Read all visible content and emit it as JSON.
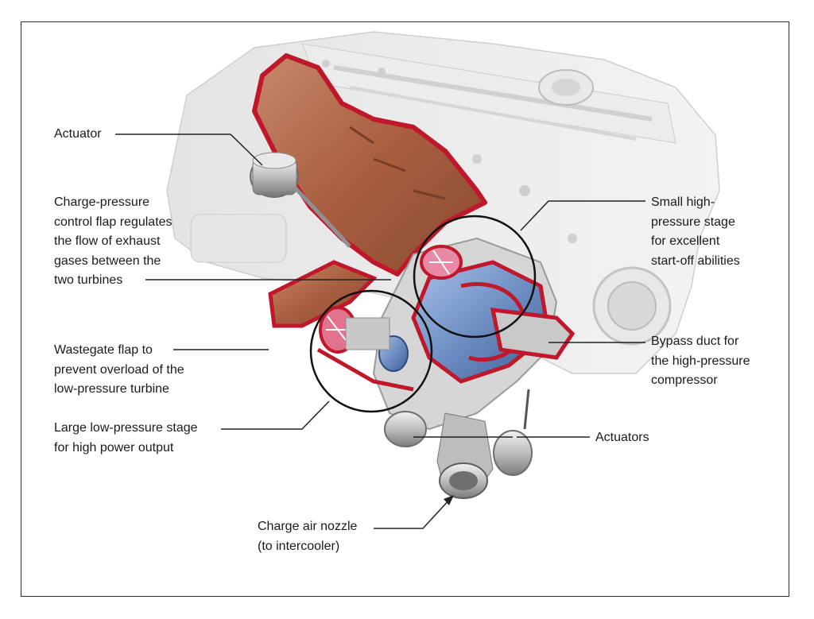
{
  "labels": {
    "actuator": "Actuator",
    "charge_pressure_flap": "Charge-pressure\ncontrol flap regulates\nthe flow of exhaust\ngases between the\ntwo turbines",
    "wastegate_flap": "Wastegate flap to\nprevent overload of the\nlow-pressure turbine",
    "low_pressure_stage": "Large low-pressure stage\nfor high power output",
    "high_pressure_stage": "Small high-\npressure stage\nfor excellent\nstart-off abilities",
    "bypass_duct": "Bypass duct for\nthe high-pressure\ncompressor",
    "actuators": "Actuators",
    "charge_air_nozzle": "Charge air nozzle\n(to intercooler)"
  },
  "colors": {
    "cutaway_red": "#c0182a",
    "turbo_blue": "#6f8fc4",
    "manifold_copper": "#b06a48",
    "metal_light": "#dcdcdc",
    "metal_dark": "#8a8a8a"
  }
}
